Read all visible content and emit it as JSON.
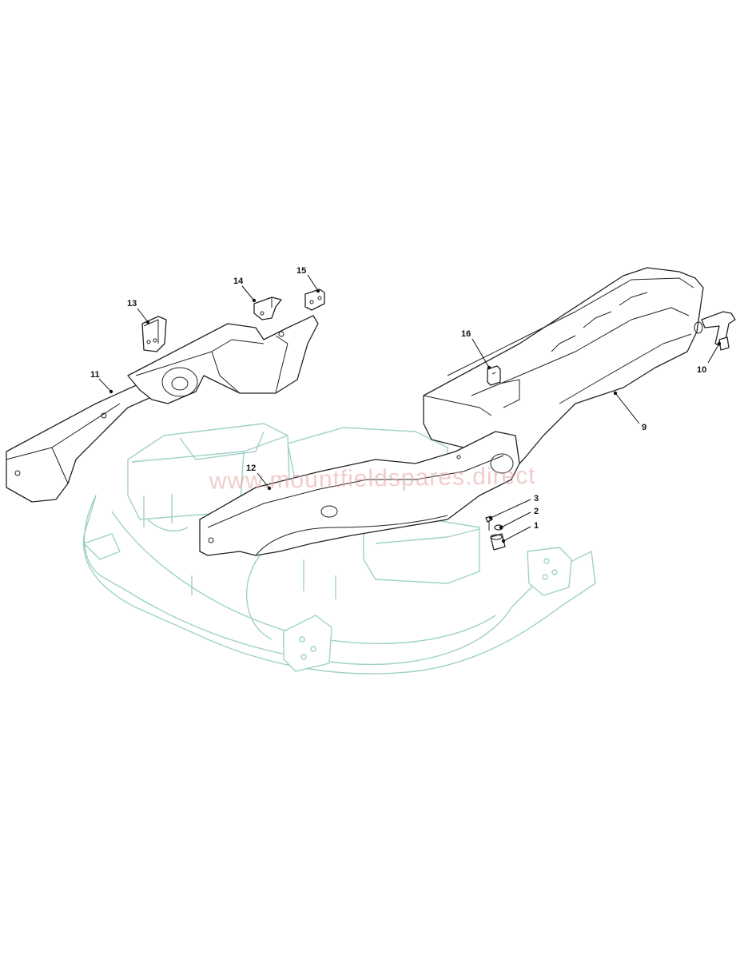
{
  "watermark": "www.mountfieldspares.direct",
  "callouts": {
    "c1": "1",
    "c2": "2",
    "c3": "3",
    "c9": "9",
    "c10": "10",
    "c11": "11",
    "c12": "12",
    "c13": "13",
    "c14": "14",
    "c15": "15",
    "c16": "16"
  },
  "colors": {
    "part_outline": "#222222",
    "background_assembly": "#9fd1c8",
    "watermark": "#e6a3a3"
  }
}
